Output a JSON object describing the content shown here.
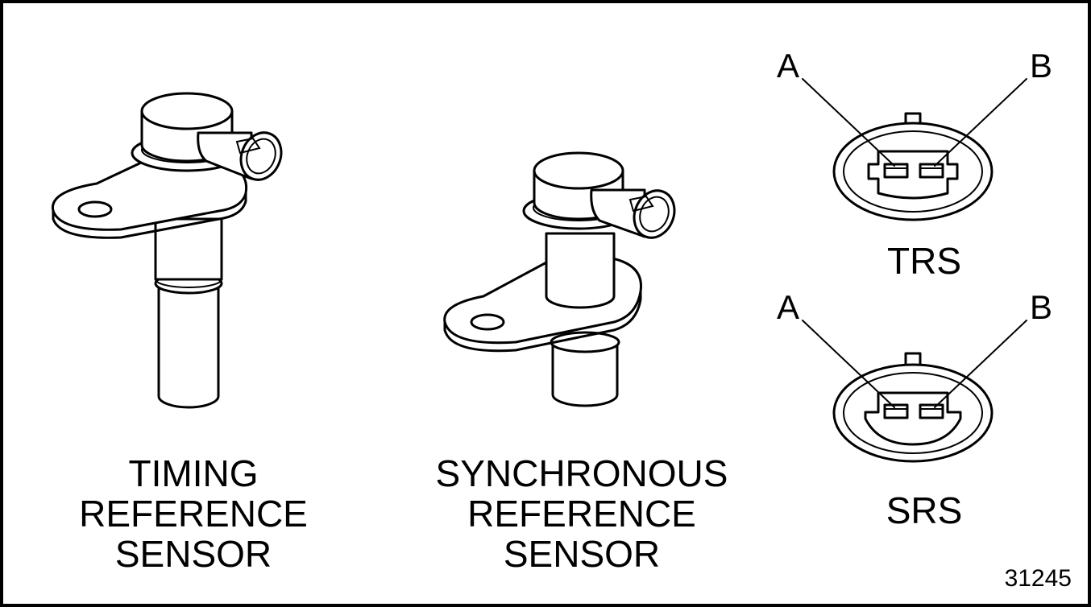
{
  "sensors": {
    "timing": {
      "caption": [
        "TIMING",
        "REFERENCE",
        "SENSOR"
      ]
    },
    "synchronous": {
      "caption": [
        "SYNCHRONOUS",
        "REFERENCE",
        "SENSOR"
      ]
    }
  },
  "connectors": {
    "trs": {
      "label": "TRS",
      "pin_a": "A",
      "pin_b": "B"
    },
    "srs": {
      "label": "SRS",
      "pin_a": "A",
      "pin_b": "B"
    }
  },
  "figure_number": "31245"
}
